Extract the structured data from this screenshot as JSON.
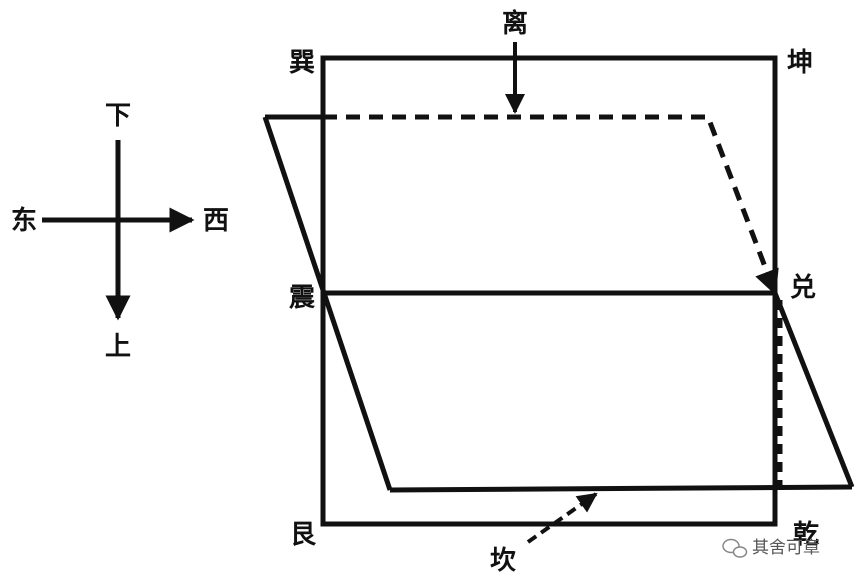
{
  "compass": {
    "up": "下",
    "down": "上",
    "left": "东",
    "right": "西"
  },
  "trigrams": {
    "xun": "巽",
    "li": "离",
    "kun": "坤",
    "zhen": "震",
    "dui": "兑",
    "gen": "艮",
    "kan": "坎",
    "qian": "乾"
  },
  "watermark": {
    "text": "其舍可章",
    "icon": "wechat-icon"
  },
  "colors": {
    "ink": "#111111",
    "background": "#ffffff"
  }
}
